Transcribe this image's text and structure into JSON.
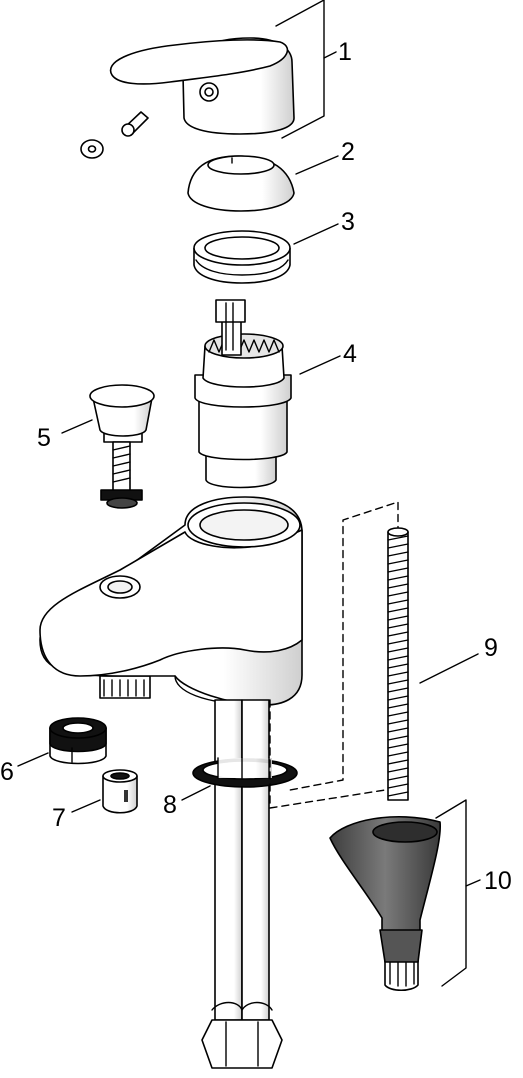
{
  "callouts": [
    {
      "id": "1",
      "label": "1"
    },
    {
      "id": "2",
      "label": "2"
    },
    {
      "id": "3",
      "label": "3"
    },
    {
      "id": "4",
      "label": "4"
    },
    {
      "id": "5",
      "label": "5"
    },
    {
      "id": "6",
      "label": "6"
    },
    {
      "id": "7",
      "label": "7"
    },
    {
      "id": "8",
      "label": "8"
    },
    {
      "id": "9",
      "label": "9"
    },
    {
      "id": "10",
      "label": "10"
    }
  ],
  "colors": {
    "line": "#000000",
    "part_fill": "#ffffff",
    "shade": "#d9d9d9",
    "dark_part": "#5a5a5a"
  }
}
